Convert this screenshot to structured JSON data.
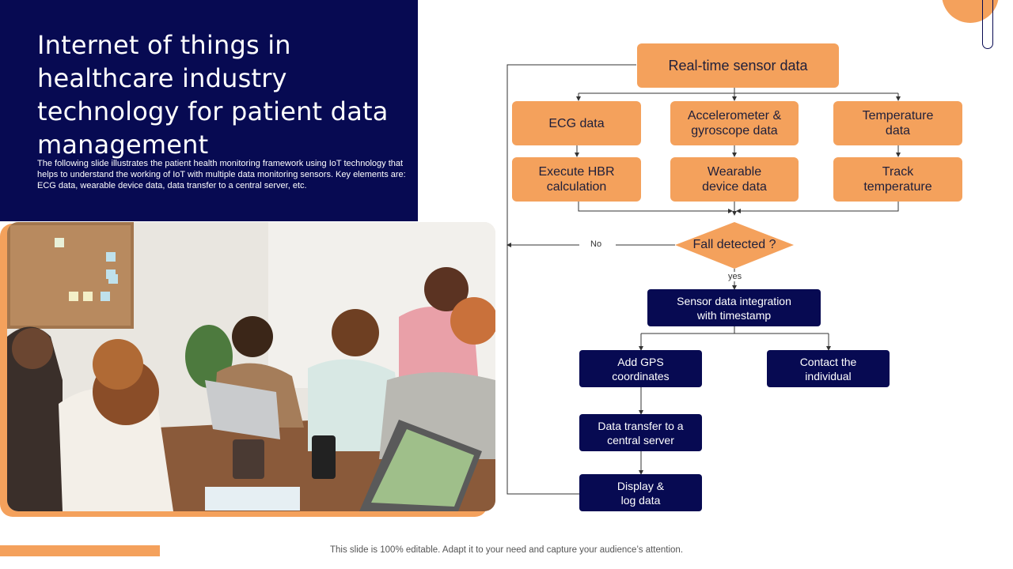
{
  "slide": {
    "title": "Internet of things in healthcare industry technology for patient data management",
    "subtitle": "The following slide illustrates the patient health monitoring framework using IoT technology that helps to understand the working of IoT with multiple data monitoring sensors. Key elements are: ECG data, wearable device data, data transfer to a central server, etc.",
    "footer": "This slide is 100% editable. Adapt it to your need and capture your audience’s attention."
  },
  "flowchart": {
    "realtime": "Real-time sensor data",
    "ecg": "ECG data",
    "accelerometer": "Accelerometer &\ngyroscope data",
    "temperature": "Temperature\ndata",
    "hbr": "Execute HBR\ncalculation",
    "wearable": "Wearable\ndevice data",
    "track": "Track\ntemperature",
    "fall": "Fall detected ?",
    "no_label": "No",
    "yes_label": "yes",
    "integration": "Sensor data integration\nwith timestamp",
    "gps": "Add GPS\ncoordinates",
    "contact": "Contact the\nindividual",
    "transfer": "Data transfer to a\ncentral server",
    "display": "Display &\nlog data"
  },
  "colors": {
    "navy": "#070a52",
    "orange": "#f4a15c"
  }
}
